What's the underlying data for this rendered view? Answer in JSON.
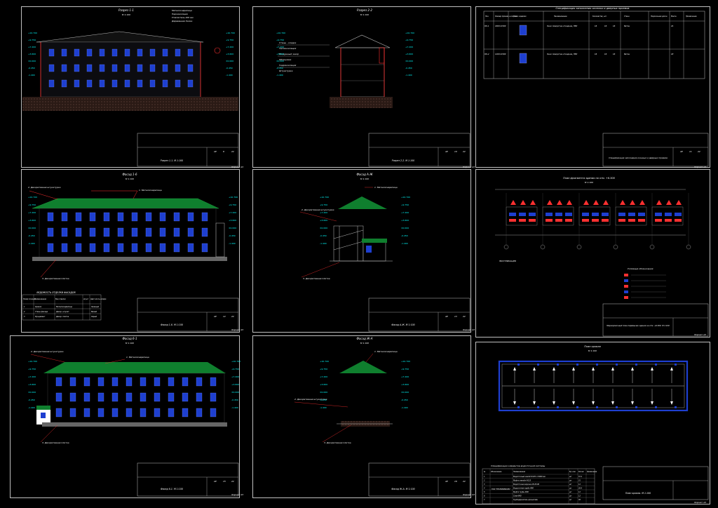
{
  "sheets": {
    "s1": {
      "title": "Разрез 1-1",
      "scale": "М 1:100",
      "stamp_title": "Разрез 1-1. М 1:100",
      "format": "Формат А3",
      "code": "АР",
      "sheet_no": "9",
      "sheets_total": "22"
    },
    "s2": {
      "title": "Разрез 2-2",
      "scale": "М 1:100",
      "stamp_title": "Разрез 2-2. М 1:100",
      "format": "Формат А3",
      "code": "АР",
      "sheet_no": "10",
      "sheets_total": "22"
    },
    "s3": {
      "title": "Спецификация заполнения оконных и дверных проемов",
      "stamp_title": "Спецификация заполнения оконных и дверных проемов",
      "format": "Формат А3",
      "code": "АР",
      "sheet_no": "11",
      "sheets_total": "22"
    },
    "s4": {
      "title": "Фасад 1-6",
      "scale": "М 1:100",
      "stamp_title": "Фасад 1-6. М 1:100",
      "format": "Формат А3",
      "code": "АР",
      "sheet_no": "12",
      "sheets_total": "22"
    },
    "s5": {
      "title": "Фасад А-Ж",
      "scale": "М 1:100",
      "stamp_title": "Фасад А-Ж. М 1:100",
      "format": "Формат А3",
      "code": "АР",
      "sheet_no": "13",
      "sheets_total": "22"
    },
    "s6": {
      "title": "План фрагмента здания на отм. +6.300",
      "scale": "М 1:100",
      "stamp_title": "Маркировочный план перемычек здания на отм. +6.300. М 1:100",
      "format": "Формат А3",
      "code": "АР",
      "sheet_no": "14",
      "sheets_total": "22"
    },
    "s7": {
      "title": "Фасад 6-1",
      "scale": "М 1:100",
      "stamp_title": "Фасад 6-1. М 1:100",
      "format": "Формат А3",
      "code": "АР",
      "sheet_no": "15",
      "sheets_total": "22"
    },
    "s8": {
      "title": "Фасад Ж-А",
      "scale": "М 1:100",
      "stamp_title": "Фасад Ж-А. М 1:100",
      "format": "Формат А3",
      "code": "АР",
      "sheet_no": "16",
      "sheets_total": "22"
    },
    "s9": {
      "title": "План кровли",
      "scale": "М 1:100",
      "stamp_title": "План кровли. М 1:100",
      "format": "Формат А3",
      "code": "АР",
      "sheet_no": "17",
      "sheets_total": "22"
    }
  },
  "callouts": {
    "roof_metal": "1. Металлочерепица",
    "decor_plaster": "2. Декоративная штукатурка",
    "decor_tile": "3. Декоративная плитка"
  },
  "finish_table": {
    "title": "ВЕДОМОСТЬ ОТДЕЛКИ ФАСАДОВ",
    "headers": [
      "Номер позиции",
      "Наименование",
      "Вид отделки",
      "м2,шт",
      "Цвет или № колера"
    ],
    "rows": [
      [
        "1",
        "Кровля",
        "Металлочерепица",
        "",
        "Зеленый"
      ],
      [
        "2",
        "Стены фасада",
        "Декор. штукат.",
        "",
        "Белый"
      ],
      [
        "3",
        "Фундамент",
        "Декор. плитка",
        "",
        "Серый"
      ]
    ]
  },
  "roof_table": {
    "title": "Спецификация элементов водосточной системы",
    "headers": [
      "№",
      "Обозначение",
      "Наименование",
      "Ед. изм.",
      "Кол-во",
      "Примечание"
    ],
    "note": "ТОО \"ТЕХНОНИКОЛЬ\"",
    "rows": [
      [
        "1",
        "Водосточный желоб Ф125 L=3000 мм",
        "шт",
        "57.2"
      ],
      [
        "2",
        "Муфта желоба Ф125",
        "шт",
        "31"
      ],
      [
        "3",
        "Водосточная воронка Ф125-90",
        "шт",
        "12"
      ],
      [
        "4",
        "Водосточная труба Ф90",
        "шт",
        "26.4"
      ],
      [
        "5",
        "Муфта трубы Ф90",
        "шт",
        "12"
      ],
      [
        "6",
        "Слив Ф90",
        "шт",
        "12"
      ],
      [
        "7",
        "Трубодержатель кронштейн",
        "шт",
        "36"
      ]
    ]
  },
  "spec_table": {
    "headers": [
      "Поз.",
      "Размер проема, ш×в, мм",
      "Эскиз изделия",
      "Наименование",
      "Количество, шт.",
      "Стена",
      "Подоконная доска",
      "Масса",
      "Примечание"
    ],
    "rows": [
      [
        "ОК-1",
        "1600×1500",
        "",
        "Окно поворотно-откидное, ПВХ",
        "16",
        "16",
        "16",
        "Бетон",
        "",
        "24",
        ""
      ],
      [
        "ОК-2",
        "1200×1500",
        "",
        "Окно поворотно-откидное, ПВХ",
        "16",
        "16",
        "16",
        "Бетон",
        "",
        "18",
        ""
      ]
    ]
  },
  "elevation_marks": [
    "+10.700",
    "+9.750",
    "+7.200",
    "+3.600",
    "±0.000",
    "-0.450",
    "-1.400"
  ],
  "plan_label": "ЭКСПЛИКАЦИЯ",
  "legend_title": "Условные обозначения",
  "colors": {
    "roof": "#0f7f2e",
    "accent": "#00ffff",
    "mark": "#ff3030",
    "window": "#1e3fd0",
    "line": "#bfbfbf"
  }
}
